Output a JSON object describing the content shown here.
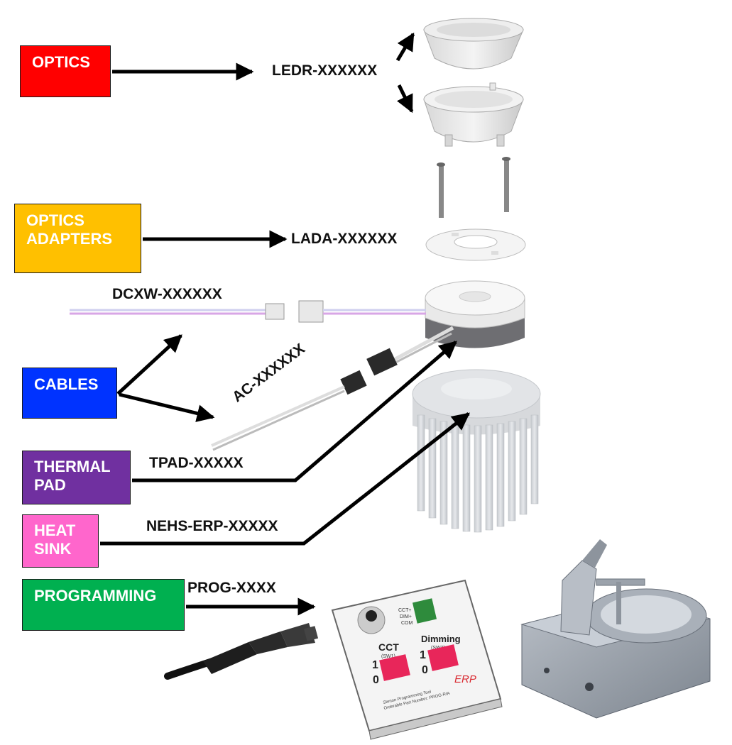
{
  "categories": {
    "optics": {
      "lines": [
        "OPTICS"
      ],
      "color": "#ff0000"
    },
    "optics_adapters": {
      "lines": [
        "OPTICS",
        "ADAPTERS"
      ],
      "color": "#ffc000"
    },
    "cables": {
      "lines": [
        "CABLES"
      ],
      "color": "#0033ff"
    },
    "thermal_pad": {
      "lines": [
        "THERMAL",
        "PAD"
      ],
      "color": "#7030a0"
    },
    "heat_sink": {
      "lines": [
        "HEAT",
        "SINK"
      ],
      "color": "#ff66cc"
    },
    "programming": {
      "lines": [
        "PROGRAMMING"
      ],
      "color": "#00b050"
    }
  },
  "parts": {
    "ledr": "LEDR-XXXXXX",
    "lada": "LADA-XXXXXX",
    "dcxw": "DCXW-XXXXXX",
    "ac": "AC-XXXXXX",
    "tpad": "TPAD-XXXXX",
    "nehs": "NEHS-ERP-XXXXX",
    "prog": "PROG-XXXX"
  },
  "programmer": {
    "cct_label": "CCT",
    "cct_sub": "(SW1)",
    "dimming_label": "Dimming",
    "dimming_sub": "(SW2)",
    "one": "1",
    "zero": "0",
    "terminal_1": "CCT+",
    "terminal_2": "DIM+",
    "terminal_3": "COM",
    "brand": "ERP",
    "footer_1": "Stenon Programming Tool",
    "footer_2": "Orderable Part Number: PROG-RIA"
  }
}
